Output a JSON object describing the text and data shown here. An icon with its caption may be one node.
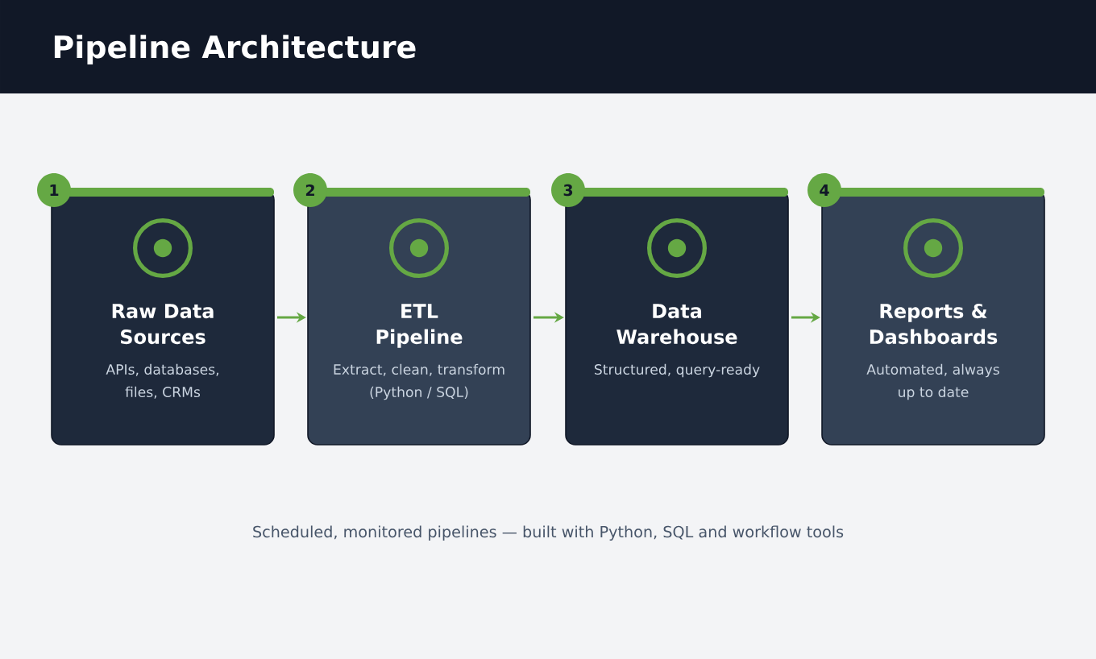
{
  "diagram": {
    "title": "Pipeline Architecture",
    "nodes": [
      {
        "text": [
          "Raw Data Sources",
          "APIs, databases, files, CRMs"
        ],
        "beside": [
          "1"
        ]
      },
      {
        "text": [
          "ETL Pipeline",
          "Extract, clean, transform (Python / SQL)"
        ],
        "beside": [
          "2"
        ]
      },
      {
        "text": [
          "Data Warehouse",
          "Structured, query-ready"
        ],
        "beside": [
          "3"
        ]
      },
      {
        "text": [
          "Reports & Dashboards",
          "Automated, always up to date"
        ],
        "beside": [
          "4"
        ]
      }
    ],
    "edges": [
      {
        "from": 0,
        "to": 1,
        "arrow": "to"
      },
      {
        "from": 1,
        "to": 2,
        "arrow": "to"
      },
      {
        "from": 2,
        "to": 3,
        "arrow": "to"
      }
    ],
    "caption": "Scheduled, monitored pipelines — built with Python, SQL and workflow tools"
  }
}
